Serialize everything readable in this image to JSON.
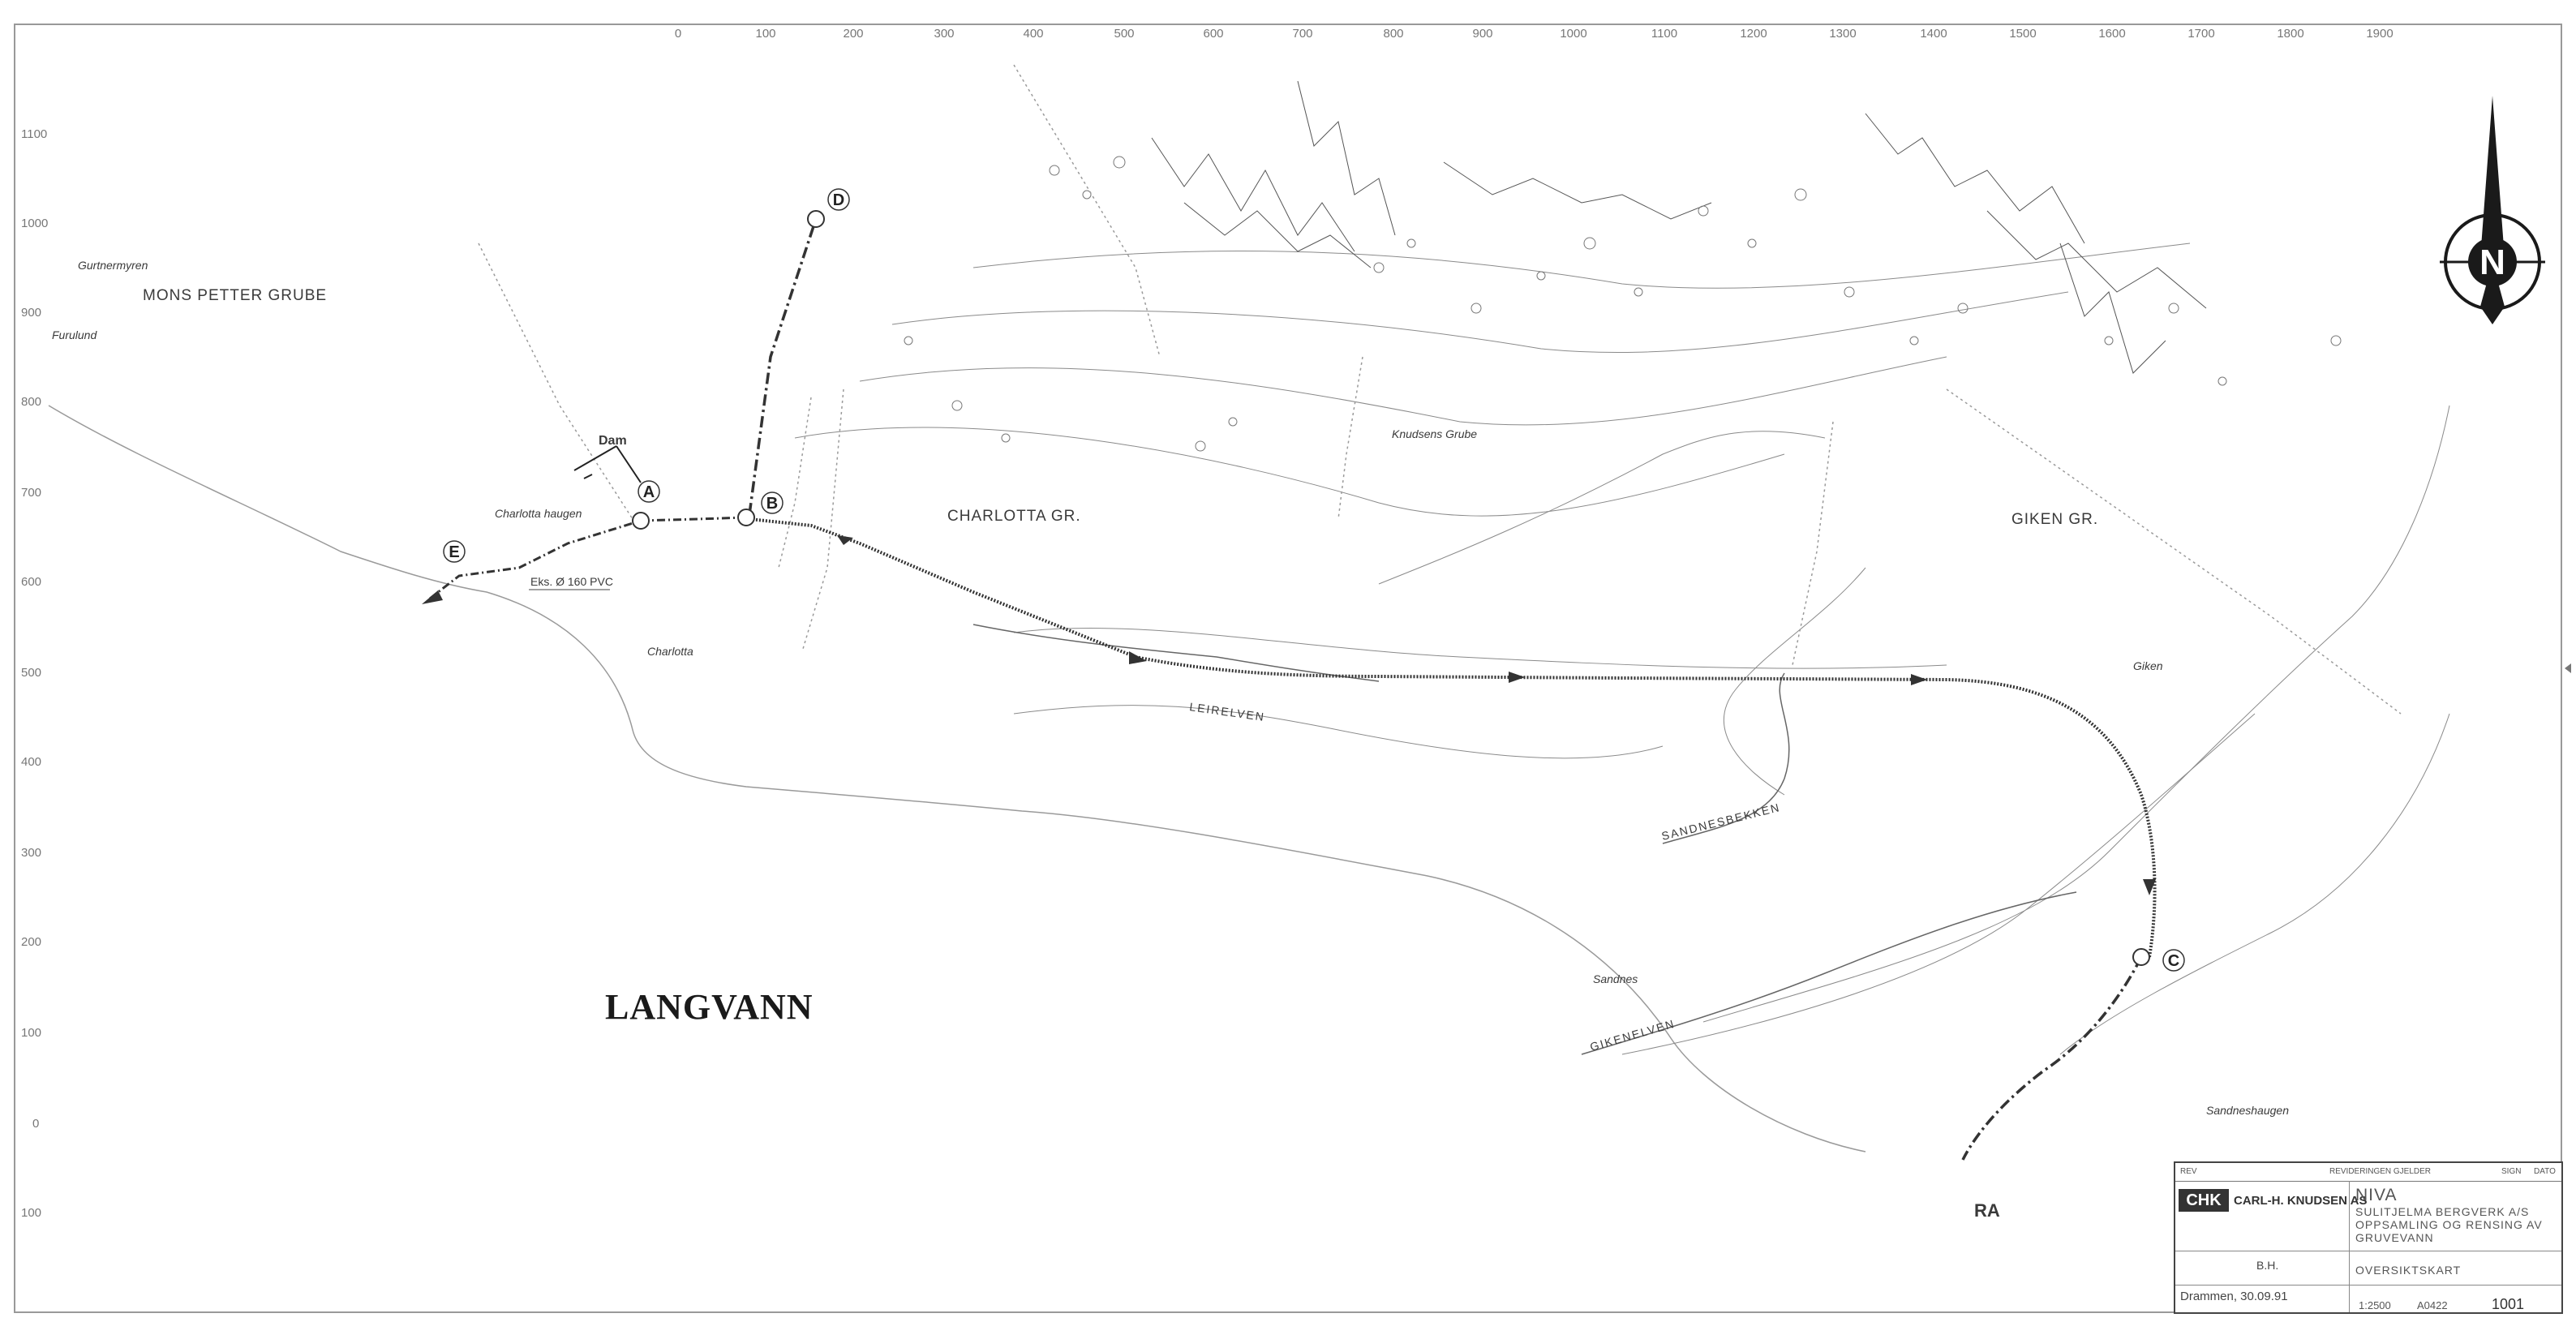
{
  "map": {
    "title_lake": "LANGVANN",
    "areas": {
      "mons_petter": "MONS PETTER GRUBE",
      "charlotta_gr": "CHARLOTTA GR.",
      "giken_gr": "GIKEN GR.",
      "knudsens_grube": "Knudsens Grube",
      "charlotta_haugen": "Charlotta haugen",
      "charlotta": "Charlotta",
      "giken": "Giken",
      "sandnes": "Sandnes",
      "sandneshaugen": "Sandneshaugen",
      "gurtnermyren": "Gurtnermyren",
      "furulund": "Furulund",
      "dam": "Dam",
      "ra": "RA"
    },
    "rivers": {
      "leirelven": "LEIRELVEN",
      "sandnesbekken": "SANDNESBEKKEN",
      "gikenelven": "GIKENELVEN"
    },
    "pipe_label": "Eks. Ø 160 PVC",
    "markers": [
      "A",
      "B",
      "C",
      "D",
      "E"
    ],
    "x_ticks": [
      "100",
      "200",
      "300",
      "400",
      "500",
      "600",
      "700",
      "800",
      "900",
      "1000",
      "1100",
      "1200",
      "1300",
      "1400",
      "1500",
      "1600",
      "1700",
      "1800",
      "1900"
    ],
    "x_ticks_left": [
      "0"
    ],
    "y_ticks": [
      "1100",
      "1000",
      "900",
      "800",
      "700",
      "600",
      "500",
      "400",
      "300",
      "200",
      "100",
      "0",
      "100"
    ],
    "north_letter": "N",
    "colors": {
      "route": "#333333",
      "contour": "#8a8a8a",
      "ink": "#2a2a2a"
    }
  },
  "titleblock": {
    "revision_header": "REVIDERINGEN GJELDER",
    "rev": "REV",
    "sign": "SIGN",
    "dato": "DATO",
    "logo": "CHK",
    "company": "CARL-H. KNUDSEN AS",
    "client": "NIVA",
    "project_lines": [
      "SULITJELMA BERGVERK A/S",
      "OPPSAMLING OG RENSING AV",
      "GRUVEVANN"
    ],
    "drawn_by": "B.H.",
    "drawing_title": "OVERSIKTSKART",
    "place_date": "Drammen, 30.09.91",
    "scale": "1:2500",
    "drawing_number": "A0422",
    "sheet": "1001"
  }
}
